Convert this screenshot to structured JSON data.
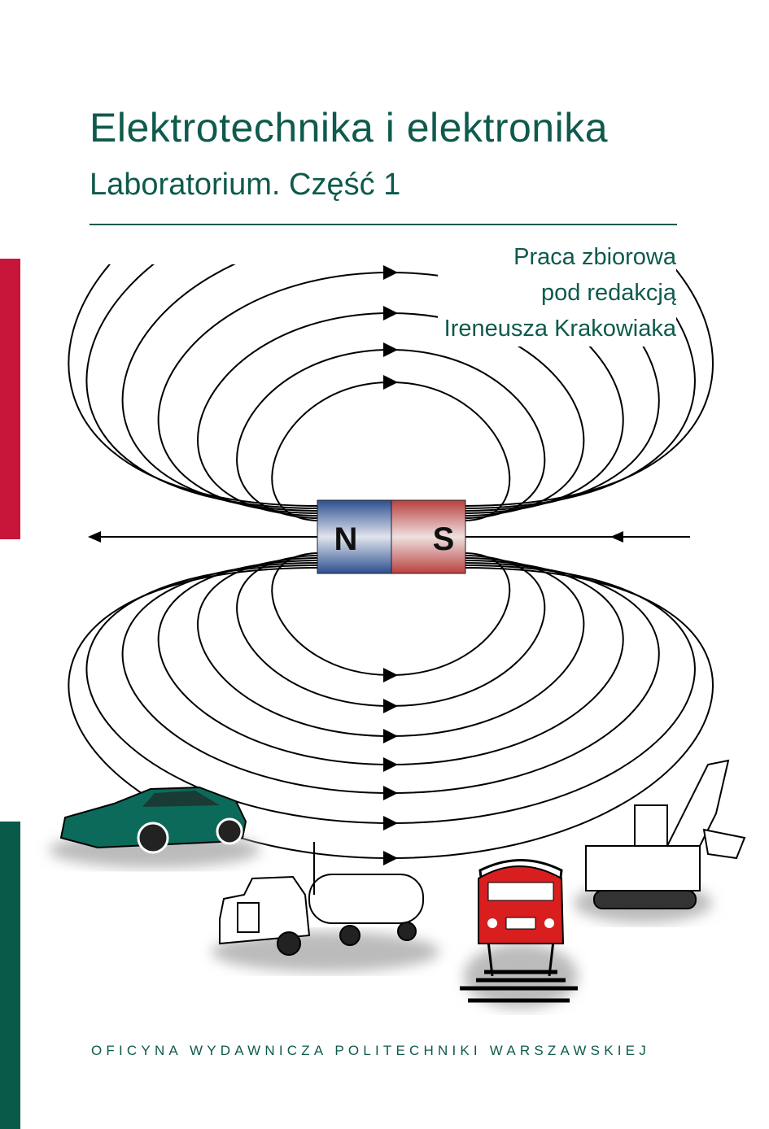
{
  "cover": {
    "title": "Elektrotechnika i elektronika",
    "subtitle": "Laboratorium. Część 1",
    "credits": [
      "Praca zbiorowa",
      "pod redakcją",
      "Ireneusza Krakowiaka"
    ],
    "publisher": "OFICYNA WYDAWNICZA POLITECHNIKI WARSZAWSKIEJ",
    "magnet": {
      "north": "N",
      "south": "S"
    },
    "colors": {
      "text": "#0e5a4c",
      "red_bar": "#c8163a",
      "green_bar": "#0a5a4a",
      "magnet_blue": "#2c4f8f",
      "magnet_red": "#b8413f"
    }
  }
}
